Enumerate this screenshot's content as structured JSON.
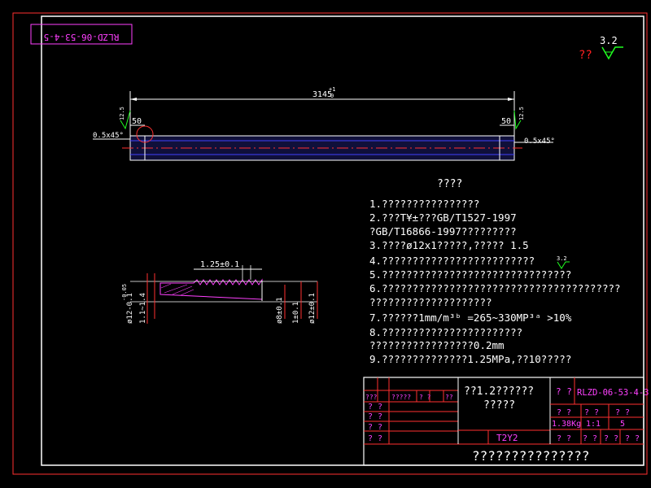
{
  "stamp": {
    "code_rotated": "RLZD-06-53-4-5"
  },
  "roughness": {
    "label": "??",
    "value": "3.2"
  },
  "part": {
    "length": "3145",
    "length_tol": "+1",
    "length_tol2": "0",
    "end_left": "50",
    "end_right": "50",
    "chamfer_left": "0.5x45°",
    "chamfer_right": "0.5x45°",
    "rough_left": "12.5",
    "rough_right": "12.5"
  },
  "detail": {
    "pitch": "1.25±0.1",
    "dia_a": "ø12-0.1",
    "dia_a_tol": "-0.05",
    "dia_b": "ø8±0.1",
    "dia_c": "1±0.1",
    "dia_d": "ø12±0.1",
    "depth": "1.1~1.4"
  },
  "notes": {
    "title": "????",
    "lines": [
      "1.????????????????",
      "2.???T¥±???GB/T1527-1997",
      "  ?GB/T16866-1997?????????",
      "3.????ø12x1?????,?????  1.5",
      "4.?????????????????????????",
      "5.???????????????????????????????",
      "6.???????????????????????????????????????",
      "  ????????????????????",
      "7.??????1mm/m³ᵇ   =265~330MP³ᵃ      >10%",
      "8.???????????????????????",
      "  ?????????????????0.2mm",
      "9.??????????????1.25MPa,??10?????"
    ],
    "roughness_inline": "3.2"
  },
  "title_block": {
    "left_header": [
      "???",
      "?????",
      "? ?",
      "??"
    ],
    "left_rows": [
      "? ?",
      "? ?",
      "? ?",
      "? ?"
    ],
    "material": "??1.2??????",
    "material2": "?????",
    "ty": "T2Y2",
    "drawing_label": "? ?",
    "drawing_no": "RLZD-06-53-4-3",
    "col_heads": [
      "? ?",
      "? ?",
      "? ?"
    ],
    "weight": "1.38Kg",
    "scale": "1:1",
    "qty": "5",
    "sheet_labels": [
      "? ?",
      "? ?",
      "? ?",
      "? ?"
    ],
    "company": "???????????????"
  }
}
